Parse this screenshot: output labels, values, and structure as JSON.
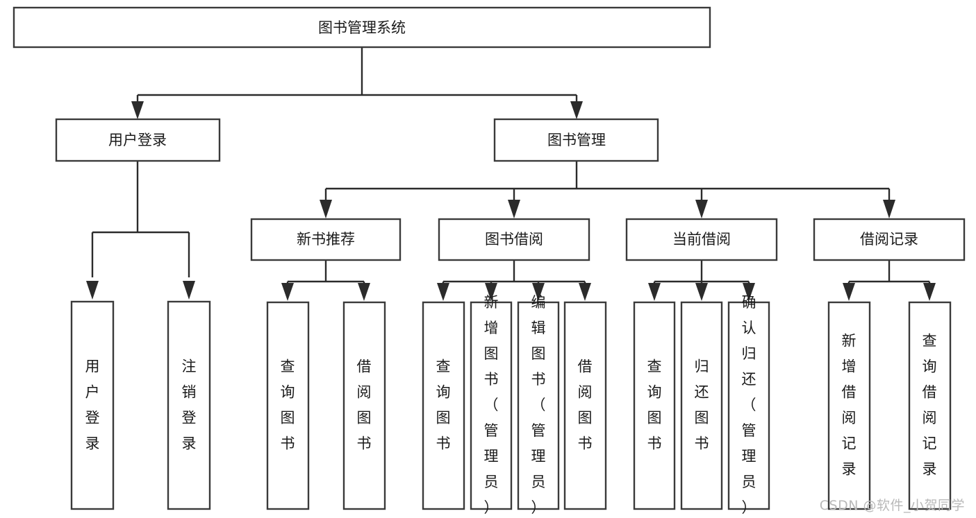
{
  "diagram": {
    "type": "tree-hierarchy-chart",
    "title": "图书管理系统",
    "watermark": "CSDN @软件_小贺同学",
    "colors": {
      "background": "#ffffff",
      "box_stroke": "#3a3a3a",
      "box_fill": "#ffffff",
      "connector": "#2b2b2b",
      "text": "#1a1a1a",
      "watermark": "#b9b9b9"
    },
    "levels": [
      {
        "level": 1,
        "nodes": [
          {
            "id": "root",
            "label": "图书管理系统",
            "orientation": "horizontal"
          }
        ]
      },
      {
        "level": 2,
        "nodes": [
          {
            "id": "user-login",
            "label": "用户登录",
            "orientation": "horizontal",
            "parent": "root"
          },
          {
            "id": "book-manage",
            "label": "图书管理",
            "orientation": "horizontal",
            "parent": "root"
          }
        ]
      },
      {
        "level": 3,
        "nodes": [
          {
            "id": "new-book-rec",
            "label": "新书推荐",
            "orientation": "horizontal",
            "parent": "book-manage"
          },
          {
            "id": "book-borrow",
            "label": "图书借阅",
            "orientation": "horizontal",
            "parent": "book-manage"
          },
          {
            "id": "current-borrow",
            "label": "当前借阅",
            "orientation": "horizontal",
            "parent": "book-manage"
          },
          {
            "id": "borrow-record",
            "label": "借阅记录",
            "orientation": "horizontal",
            "parent": "book-manage"
          }
        ]
      },
      {
        "level": 4,
        "groups": [
          {
            "parent": "user-login",
            "nodes": [
              {
                "id": "leaf-user-login",
                "label": "用户登录",
                "orientation": "vertical"
              },
              {
                "id": "leaf-user-logout",
                "label": "注销登录",
                "orientation": "vertical"
              }
            ]
          },
          {
            "parent": "new-book-rec",
            "nodes": [
              {
                "id": "leaf-query-book-1",
                "label": "查询图书",
                "orientation": "vertical"
              },
              {
                "id": "leaf-borrow-book-1",
                "label": "借阅图书",
                "orientation": "vertical"
              }
            ]
          },
          {
            "parent": "book-borrow",
            "nodes": [
              {
                "id": "leaf-query-book-2",
                "label": "查询图书",
                "orientation": "vertical"
              },
              {
                "id": "leaf-add-book",
                "label": "新增图书（管理员）",
                "orientation": "vertical"
              },
              {
                "id": "leaf-edit-book",
                "label": "编辑图书（管理员）",
                "orientation": "vertical"
              },
              {
                "id": "leaf-borrow-book-2",
                "label": "借阅图书",
                "orientation": "vertical"
              }
            ]
          },
          {
            "parent": "current-borrow",
            "nodes": [
              {
                "id": "leaf-query-book-3",
                "label": "查询图书",
                "orientation": "vertical"
              },
              {
                "id": "leaf-return-book",
                "label": "归还图书",
                "orientation": "vertical"
              },
              {
                "id": "leaf-confirm-return",
                "label": "确认归还（管理员）",
                "orientation": "vertical"
              }
            ]
          },
          {
            "parent": "borrow-record",
            "nodes": [
              {
                "id": "leaf-add-record",
                "label": "新增借阅记录",
                "orientation": "vertical"
              },
              {
                "id": "leaf-query-record",
                "label": "查询借阅记录",
                "orientation": "vertical"
              }
            ]
          }
        ]
      }
    ]
  }
}
